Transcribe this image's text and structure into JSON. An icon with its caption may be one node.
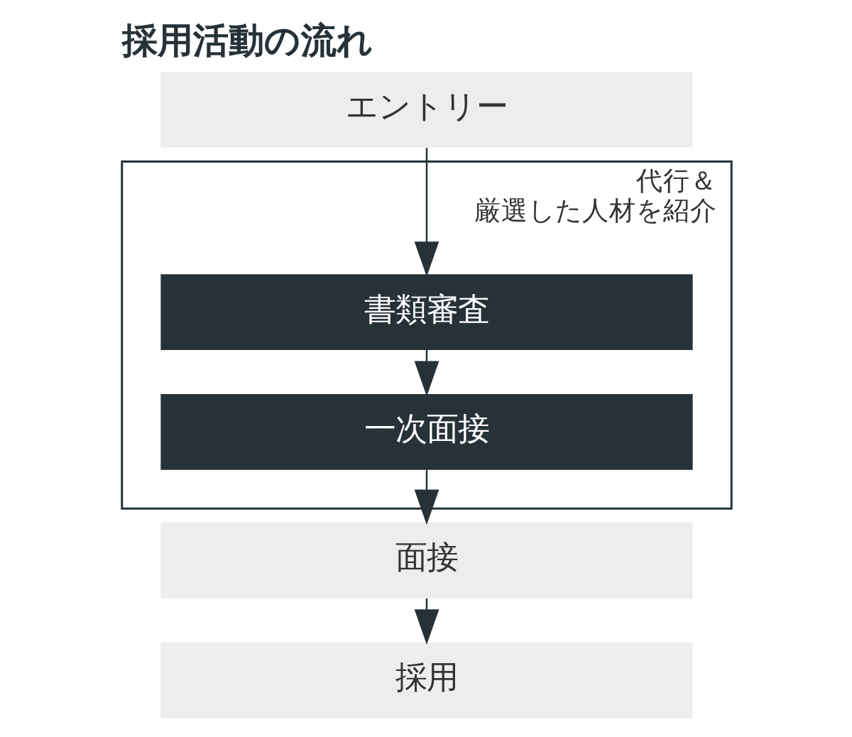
{
  "diagram": {
    "title": "採用活動の流れ",
    "nodes": [
      {
        "text": [
          "エントリー"
        ]
      },
      {
        "text": [
          "代行＆厳選した人材を紹介"
        ]
      },
      {
        "text": [
          "書類審査"
        ],
        "in": 1
      },
      {
        "text": [
          "一次面接"
        ],
        "in": 1
      },
      {
        "text": [
          "面接"
        ]
      },
      {
        "text": [
          "採用"
        ]
      }
    ],
    "edges": [
      {
        "from": 0,
        "to": 2,
        "arrow": "to"
      },
      {
        "from": 2,
        "to": 3,
        "arrow": "to"
      },
      {
        "from": 3,
        "to": 4,
        "arrow": "to"
      },
      {
        "from": 4,
        "to": 5,
        "arrow": "to"
      }
    ]
  }
}
